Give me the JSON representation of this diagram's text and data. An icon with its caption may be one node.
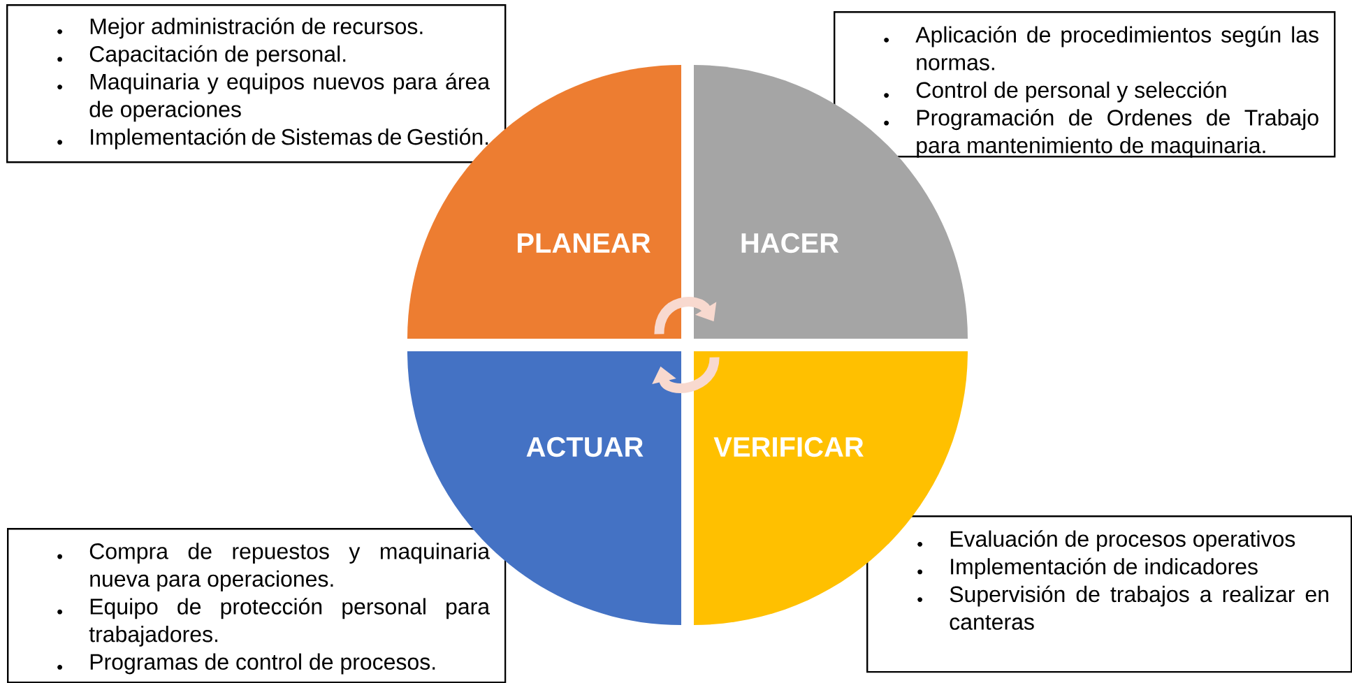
{
  "diagram": {
    "nodes": [
      {
        "text": [
          "Mejor administración de recursos.",
          "Capacitación de personal.",
          "Maquinaria y equipos nuevos para área de operaciones",
          "Implementación de Sistemas de Gestión."
        ]
      },
      {
        "text": [
          "Aplicación de procedimientos según las normas.",
          "Control de personal y selección",
          "Programación de Ordenes de Trabajo para mantenimiento de maquinaria."
        ]
      },
      {
        "text": [
          "PLANEAR"
        ]
      },
      {
        "text": [
          "HACER"
        ]
      },
      {
        "text": [
          "ACTUAR"
        ]
      },
      {
        "text": [
          "VERIFICAR"
        ]
      },
      {
        "text": [
          "Compra de repuestos y maquinaria nueva para operaciones.",
          "Equipo de protección personal para trabajadores.",
          "Programas de control de procesos."
        ]
      },
      {
        "text": [
          "Evaluación de procesos operativos",
          "Implementación de indicadores",
          "Supervisión de trabajos a realizar en canteras"
        ]
      }
    ],
    "edges": [
      {
        "from": 2,
        "to": 3,
        "arrow": "to"
      },
      {
        "from": 5,
        "to": 4,
        "arrow": "to"
      }
    ]
  }
}
